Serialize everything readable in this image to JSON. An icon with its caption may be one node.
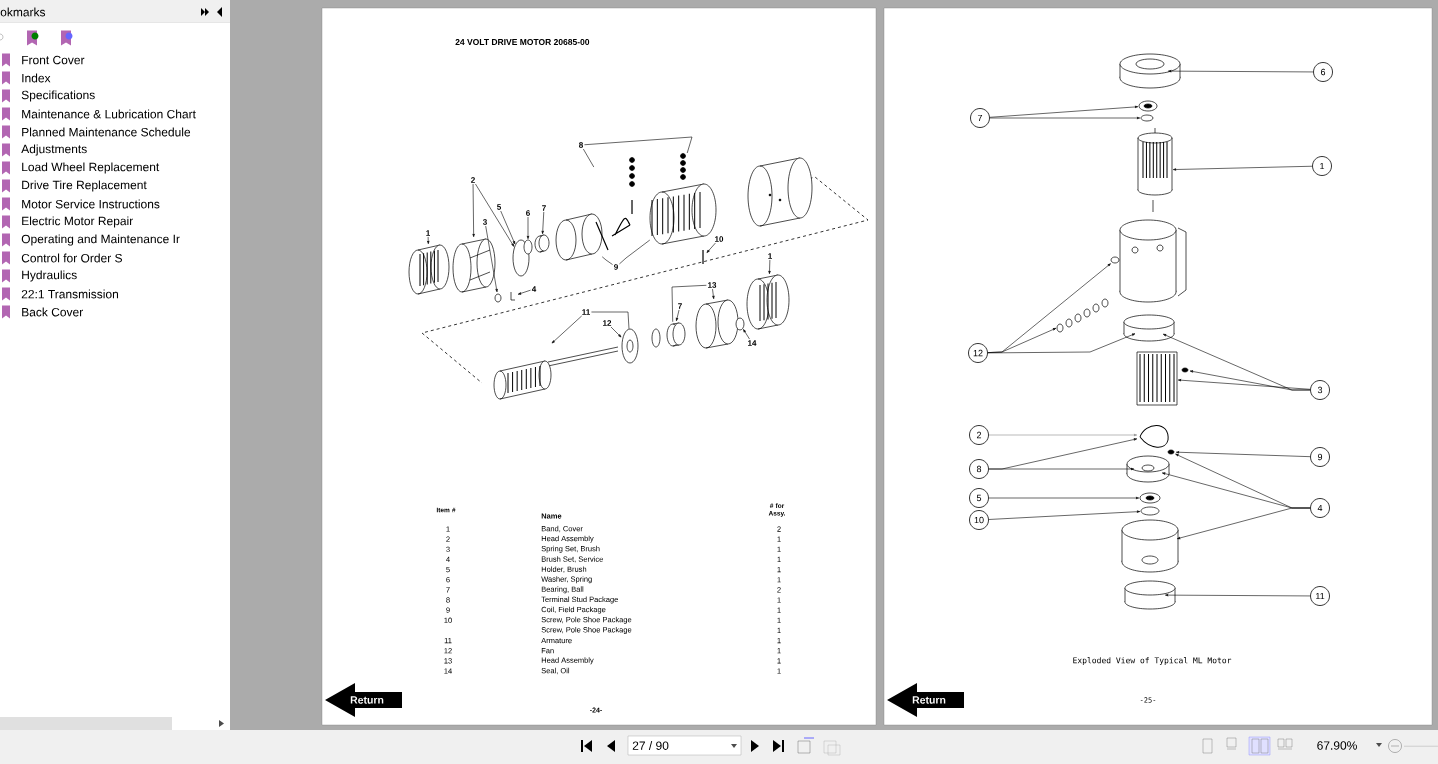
{
  "diagram": {
    "title": "24 VOLT DRIVE MOTOR 20685-00",
    "caption": "Exploded View of Typical ML Motor",
    "nodes": [
      {
        "text": [
          "8"
        ]
      },
      {
        "text": [
          "2"
        ]
      },
      {
        "text": [
          "5"
        ]
      },
      {
        "text": [
          "6"
        ]
      },
      {
        "text": [
          "7"
        ]
      },
      {
        "text": [
          "3"
        ]
      },
      {
        "text": [
          "1"
        ]
      },
      {
        "text": [
          "10"
        ]
      },
      {
        "text": [
          "9"
        ]
      },
      {
        "text": [
          "1"
        ]
      },
      {
        "text": [
          "4"
        ]
      },
      {
        "text": [
          "13"
        ]
      },
      {
        "text": [
          "7"
        ]
      },
      {
        "text": [
          "11"
        ]
      },
      {
        "text": [
          "12"
        ]
      },
      {
        "text": [
          "14"
        ]
      },
      {
        "text": [
          "6"
        ]
      },
      {
        "text": [
          "7"
        ]
      },
      {
        "text": [
          "1"
        ]
      },
      {
        "text": [
          "12"
        ]
      },
      {
        "text": [
          "3"
        ]
      },
      {
        "text": [
          "2"
        ]
      },
      {
        "text": [
          "9"
        ]
      },
      {
        "text": [
          "8"
        ]
      },
      {
        "text": [
          "5"
        ]
      },
      {
        "text": [
          "4"
        ]
      },
      {
        "text": [
          "10"
        ]
      },
      {
        "text": [
          "11"
        ]
      },
      {
        "text": [],
        "shape": "picture"
      },
      {
        "text": [],
        "shape": "picture"
      },
      {
        "text": [],
        "shape": "circle"
      },
      {
        "text": [],
        "shape": "circle"
      },
      {
        "text": [],
        "shape": "picture"
      },
      {
        "text": [],
        "shape": "circle"
      },
      {
        "text": [],
        "shape": "picture"
      },
      {
        "text": [],
        "shape": "picture"
      },
      {
        "text": [],
        "shape": "picture"
      },
      {
        "text": [],
        "shape": "picture"
      },
      {
        "text": [],
        "shape": "picture"
      },
      {
        "text": [],
        "shape": "picture"
      },
      {
        "text": [],
        "shape": "picture"
      },
      {
        "text": [],
        "shape": "picture"
      },
      {
        "text": [],
        "shape": "picture"
      },
      {
        "text": [],
        "shape": "circle"
      },
      {
        "text": [],
        "shape": "picture"
      },
      {
        "text": [],
        "shape": "picture"
      },
      {
        "text": [],
        "shape": "cylinder"
      },
      {
        "text": [],
        "shape": "circle"
      },
      {
        "text": [],
        "shape": "circle"
      },
      {
        "text": [],
        "shape": "picture"
      },
      {
        "text": [],
        "shape": "circle"
      },
      {
        "text": [],
        "shape": "picture"
      },
      {
        "text": [],
        "shape": "cylinder"
      },
      {
        "text": [],
        "shape": "circle"
      },
      {
        "text": [],
        "shape": "picture"
      },
      {
        "text": [],
        "shape": "picture"
      },
      {
        "text": [],
        "shape": "circle"
      },
      {
        "text": [],
        "shape": "cylinder"
      },
      {
        "text": [],
        "shape": "circle"
      },
      {
        "text": [],
        "shape": "circle"
      },
      {
        "text": [],
        "shape": "cylinder"
      },
      {
        "text": [],
        "shape": "cylinder"
      }
    ],
    "edges": [
      {
        "from": 0,
        "to": 36,
        "arrow": "none"
      },
      {
        "from": 0,
        "to": 37,
        "arrow": "none"
      },
      {
        "from": 1,
        "to": 29,
        "arrow": "to"
      },
      {
        "from": 1,
        "to": 30,
        "arrow": "to"
      },
      {
        "from": 5,
        "to": 31,
        "arrow": "to"
      },
      {
        "from": 2,
        "to": 30,
        "arrow": "to"
      },
      {
        "from": 3,
        "to": 33,
        "arrow": "to"
      },
      {
        "from": 4,
        "to": 34,
        "arrow": "to"
      },
      {
        "from": 6,
        "to": 28,
        "arrow": "to"
      },
      {
        "from": 7,
        "to": 39,
        "arrow": "to"
      },
      {
        "from": 8,
        "to": 35,
        "arrow": "none"
      },
      {
        "from": 8,
        "to": 38,
        "arrow": "none"
      },
      {
        "from": 9,
        "to": 40,
        "arrow": "to"
      },
      {
        "from": 10,
        "to": 32,
        "arrow": "to"
      },
      {
        "from": 11,
        "to": 41,
        "arrow": "none"
      },
      {
        "from": 11,
        "to": 42,
        "arrow": "to"
      },
      {
        "from": 12,
        "to": 41,
        "arrow": "to"
      },
      {
        "from": 13,
        "to": 45,
        "arrow": "to"
      },
      {
        "from": 13,
        "to": 44,
        "arrow": "none"
      },
      {
        "from": 14,
        "to": 44,
        "arrow": "to"
      },
      {
        "from": 15,
        "to": 43,
        "arrow": "to"
      },
      {
        "from": 16,
        "to": 46,
        "arrow": "to"
      },
      {
        "from": 17,
        "to": 47,
        "arrow": "to"
      },
      {
        "from": 17,
        "to": 48,
        "arrow": "to"
      },
      {
        "from": 18,
        "to": 49,
        "arrow": "to"
      },
      {
        "from": 19,
        "to": 50,
        "arrow": "to"
      },
      {
        "from": 19,
        "to": 51,
        "arrow": "to"
      },
      {
        "from": 19,
        "to": 52,
        "arrow": "to"
      },
      {
        "from": 20,
        "to": 52,
        "arrow": "to"
      },
      {
        "from": 20,
        "to": 53,
        "arrow": "to"
      },
      {
        "from": 20,
        "to": 54,
        "arrow": "to"
      },
      {
        "from": 21,
        "to": 55,
        "arrow": "to",
        "color": "#8c8c8c"
      },
      {
        "from": 22,
        "to": 56,
        "arrow": "to"
      },
      {
        "from": 23,
        "to": 55,
        "arrow": "to"
      },
      {
        "from": 23,
        "to": 57,
        "arrow": "to"
      },
      {
        "from": 24,
        "to": 58,
        "arrow": "to"
      },
      {
        "from": 25,
        "to": 56,
        "arrow": "to"
      },
      {
        "from": 25,
        "to": 57,
        "arrow": "to"
      },
      {
        "from": 25,
        "to": 60,
        "arrow": "to"
      },
      {
        "from": 26,
        "to": 59,
        "arrow": "to"
      },
      {
        "from": 27,
        "to": 61,
        "arrow": "to"
      }
    ],
    "labels": [
      "okmarks",
      "Front Cover",
      "Index",
      "Specifications",
      "Maintenance & Lubrication Chart",
      "Planned Maintenance Schedule",
      "Adjustments",
      "Load Wheel Replacement",
      "Drive Tire Replacement",
      "Motor Service Instructions",
      "Electric Motor Repair",
      "Operating and Maintenance Ir",
      "Control for Order S",
      "Hydraulics",
      "22:1 Transmission",
      "Back Cover",
      "Item #",
      "Name",
      "# for Assy.",
      "1",
      "Band, Cover",
      "2",
      "2",
      "Head Assembly",
      "1",
      "3",
      "Spring Set, Brush",
      "1",
      "4",
      "Brush Set, Service",
      "1",
      "5",
      "Holder, Brush",
      "1",
      "6",
      "Washer, Spring",
      "1",
      "7",
      "Bearing, Ball",
      "2",
      "8",
      "Terminal Stud Package",
      "1",
      "9",
      "Coil, Field Package",
      "1",
      "10",
      "Screw, Pole Shoe Package",
      "1",
      "Screw, Pole Shoe Package",
      "1",
      "11",
      "Armature",
      "1",
      "12",
      "Fan",
      "1",
      "13",
      "Head Assembly",
      "1",
      "14",
      "Seal, Oil",
      "1",
      "Return",
      "-24-",
      "Return",
      "-25-",
      "27 / 90",
      "67.90%"
    ]
  }
}
